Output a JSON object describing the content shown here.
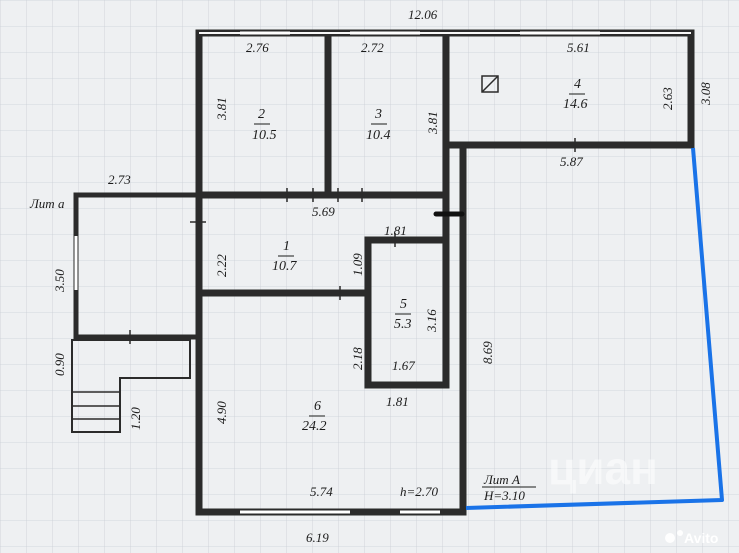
{
  "colors": {
    "wall": "#2b2b2b",
    "wall_fill": "#f7f7f7",
    "marker": "#1a73e8",
    "grid": "#c9cfd6"
  },
  "dimensions": {
    "top_overall": "12.06",
    "r2_width": "2.76",
    "r3_width": "2.72",
    "r4_width_top": "5.61",
    "r4_width_bottom": "5.87",
    "r2_height": "3.81",
    "r3_height": "3.81",
    "r4_height": "2.63",
    "outer_right": "3.08",
    "lit_a_small_width": "2.73",
    "lit_a_small_height": "3.50",
    "porch_depth": "0.90",
    "stairs": "1.20",
    "hall_width": "5.69",
    "hall_height": "2.22",
    "r5_top": "1.81",
    "r5_side_left": "1.09",
    "r5_side_right": "3.16",
    "r5_bottom": "1.67",
    "r5_gap_height": "2.18",
    "right_overall": "8.69",
    "r6_height": "4.90",
    "r6_right": "1.81",
    "r6_width": "5.74",
    "bottom_overall": "6.19"
  },
  "rooms": {
    "r1": {
      "number": "1",
      "area": "10.7"
    },
    "r2": {
      "number": "2",
      "area": "10.5"
    },
    "r3": {
      "number": "3",
      "area": "10.4"
    },
    "r4": {
      "number": "4",
      "area": "14.6"
    },
    "r5": {
      "number": "5",
      "area": "5.3"
    },
    "r6": {
      "number": "6",
      "area": "24.2"
    }
  },
  "labels": {
    "lit_small": "Лит а",
    "lit_main": "Лит А",
    "height_main": "H=3.10",
    "height_room6": "h=2.70",
    "watermark": "циан",
    "brand": "Avito"
  }
}
